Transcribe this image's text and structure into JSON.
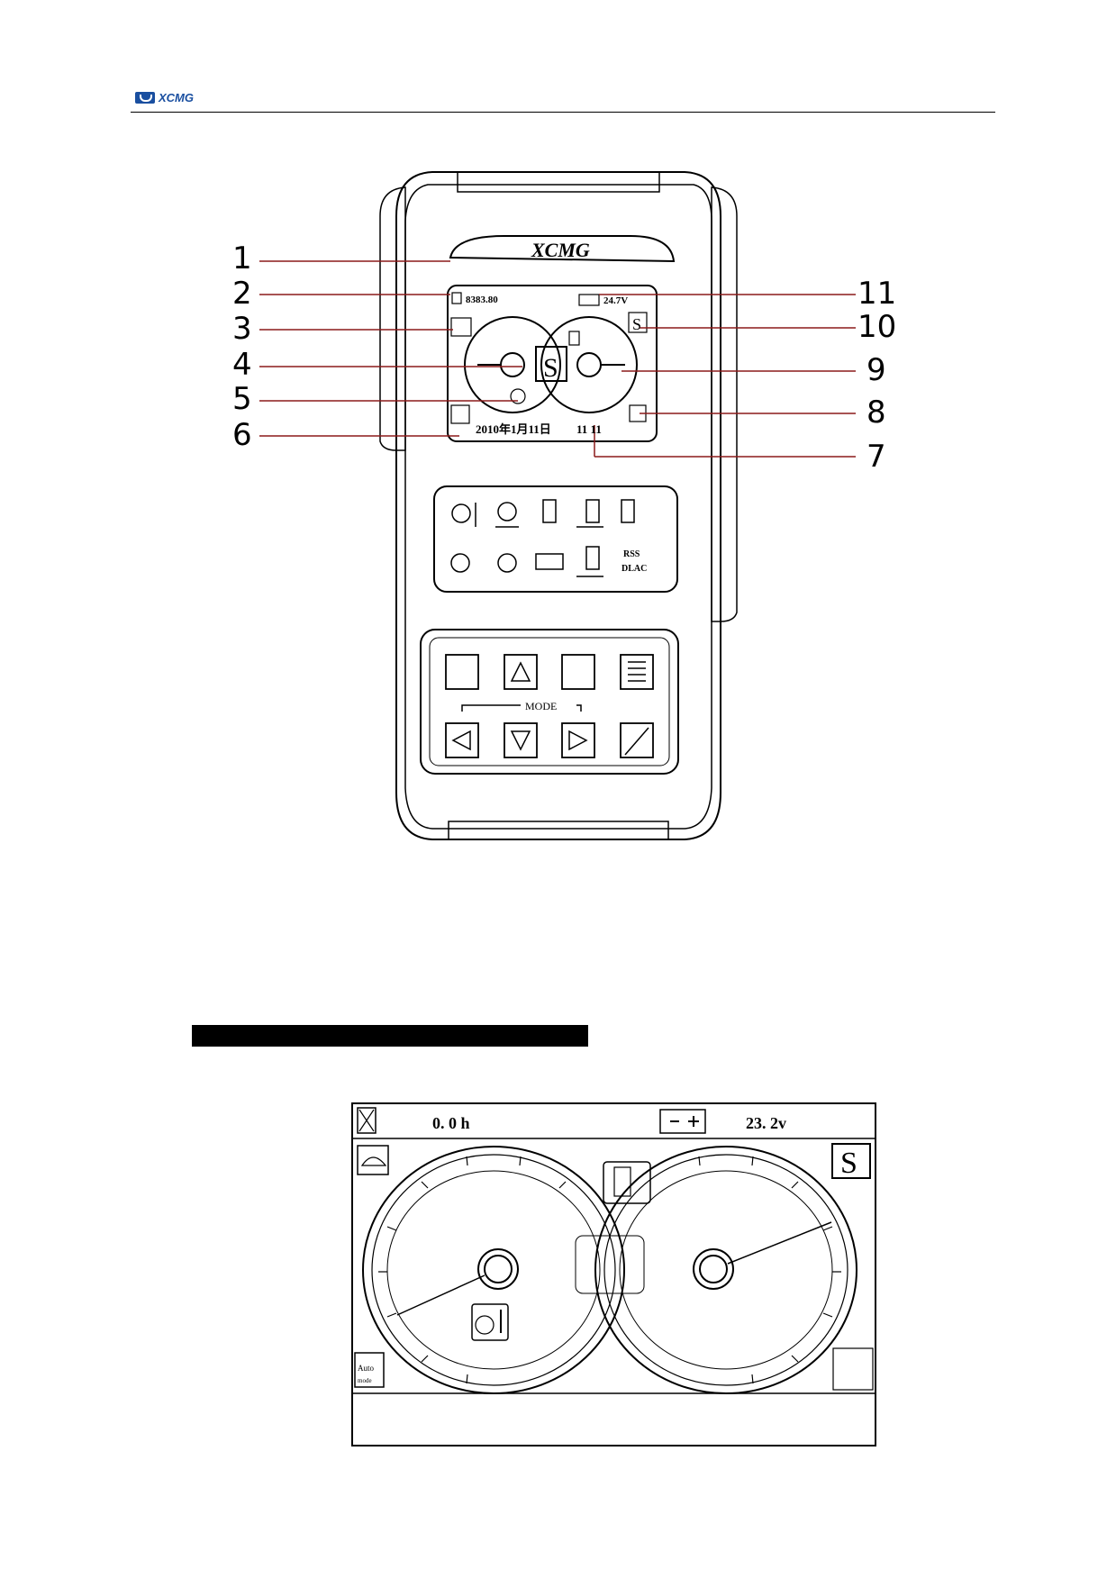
{
  "header": {
    "logo_text": "XCMG"
  },
  "figure1": {
    "brand_text": "XCMG",
    "screen": {
      "hours": "8383.80",
      "voltage": "24.7V",
      "mode_letter": "S",
      "date": "2010年1月11日",
      "time": "11  11"
    },
    "warning_panel": {
      "text_label_line1": "RSS",
      "text_label_line2": "DLAC"
    },
    "keypad": {
      "mode_label": "MODE"
    },
    "callouts": [
      "1",
      "2",
      "3",
      "4",
      "5",
      "6",
      "7",
      "8",
      "9",
      "10",
      "11"
    ]
  },
  "figure2": {
    "hours": "0. 0  h",
    "voltage": "23. 2v",
    "mode_letter": "S",
    "auto_label": "Auto",
    "auto_sub": "mode"
  }
}
